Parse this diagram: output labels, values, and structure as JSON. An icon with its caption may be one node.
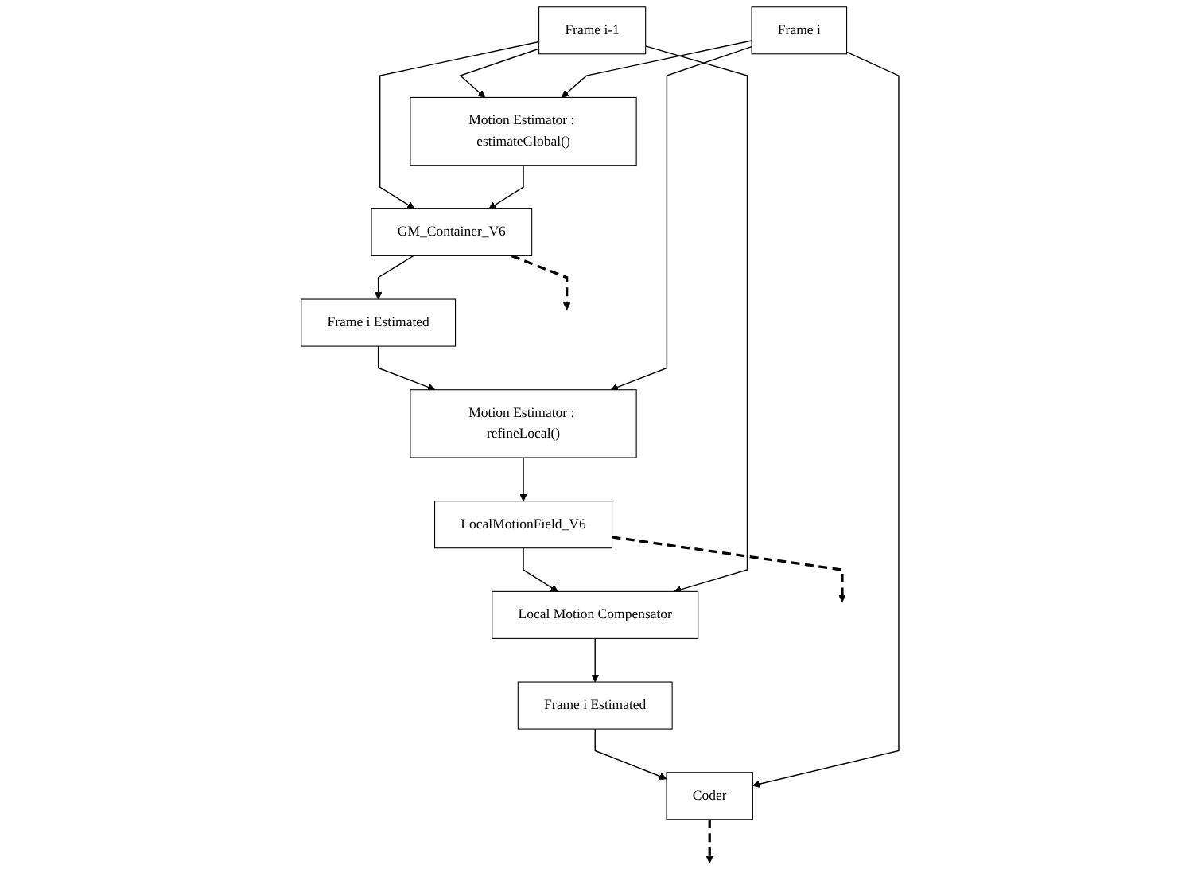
{
  "diagram": {
    "nodes": [
      {
        "text": [
          "Frame i-1"
        ]
      },
      {
        "text": [
          "Frame i"
        ]
      },
      {
        "text": [
          "Motion Estimator : estimateGlobal()"
        ]
      },
      {
        "text": [
          "GM_Container_V6"
        ]
      },
      {
        "text": [
          "Frame i Estimated"
        ]
      },
      {
        "text": [
          "Motion Estimator : refineLocal()"
        ]
      },
      {
        "text": [
          "LocalMotionField_V6"
        ]
      },
      {
        "text": [
          "Local Motion Compensator"
        ]
      },
      {
        "text": [
          "Frame i Estimated"
        ]
      },
      {
        "text": [
          "Coder"
        ]
      }
    ],
    "edges": [
      {
        "from": 0,
        "to": 2,
        "arrow": "to"
      },
      {
        "from": 1,
        "to": 2,
        "arrow": "to"
      },
      {
        "from": 0,
        "to": 3,
        "arrow": "to"
      },
      {
        "from": 2,
        "to": 3,
        "arrow": "to"
      },
      {
        "from": 3,
        "to": 4,
        "arrow": "to"
      },
      {
        "from": 4,
        "to": 5,
        "arrow": "to"
      },
      {
        "from": 1,
        "to": 5,
        "arrow": "to"
      },
      {
        "from": 5,
        "to": 6,
        "arrow": "to"
      },
      {
        "from": 6,
        "to": 7,
        "arrow": "to"
      },
      {
        "from": 0,
        "to": 7,
        "arrow": "to"
      },
      {
        "from": 7,
        "to": 8,
        "arrow": "to"
      },
      {
        "from": 8,
        "to": 9,
        "arrow": "to"
      },
      {
        "from": 1,
        "to": 9,
        "arrow": "to"
      },
      {
        "from": 3,
        "to": null,
        "arrow": "to",
        "style": "dashed"
      },
      {
        "from": 6,
        "to": null,
        "arrow": "to",
        "style": "dashed"
      },
      {
        "from": 9,
        "to": null,
        "arrow": "to",
        "style": "dashed"
      }
    ]
  }
}
